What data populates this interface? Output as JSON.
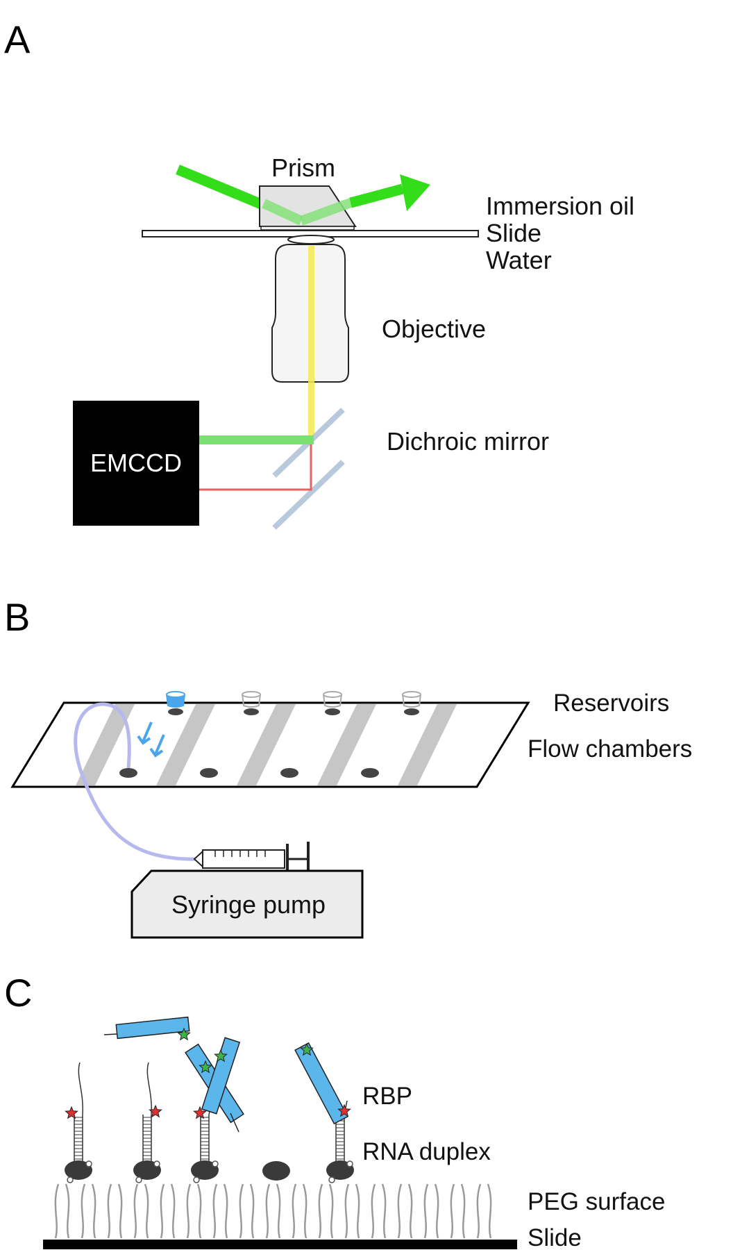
{
  "panels": {
    "a": {
      "letter": "A",
      "labels": {
        "prism": "Prism",
        "immersion_oil": "Immersion oil",
        "slide": "Slide",
        "water": "Water",
        "objective": "Objective",
        "dichroic_mirror": "Dichroic mirror",
        "camera": "EMCCD"
      }
    },
    "b": {
      "letter": "B",
      "labels": {
        "reservoirs": "Reservoirs",
        "flow_chambers": "Flow chambers",
        "syringe_pump": "Syringe pump"
      }
    },
    "c": {
      "letter": "C",
      "labels": {
        "rbp": "RBP",
        "rna_duplex": "RNA duplex",
        "peg_surface": "PEG surface",
        "slide": "Slide"
      }
    }
  },
  "colors": {
    "laser": "#33dd1a",
    "emission_yellow": "#f2ea50",
    "emission_red": "#e86060",
    "mirror": "#b9c9dc",
    "prism_fill": "#e3e3e3",
    "chamber_stripe": "#c6c6c6",
    "tubing": "#b7b8ee",
    "droplet": "#4aa6e8",
    "protein": "#5bb6ec",
    "fluor_red": "#e03030",
    "fluor_green": "#3fb34a",
    "anchor": "#3a3a3a",
    "peg": "#9a9a9a"
  }
}
